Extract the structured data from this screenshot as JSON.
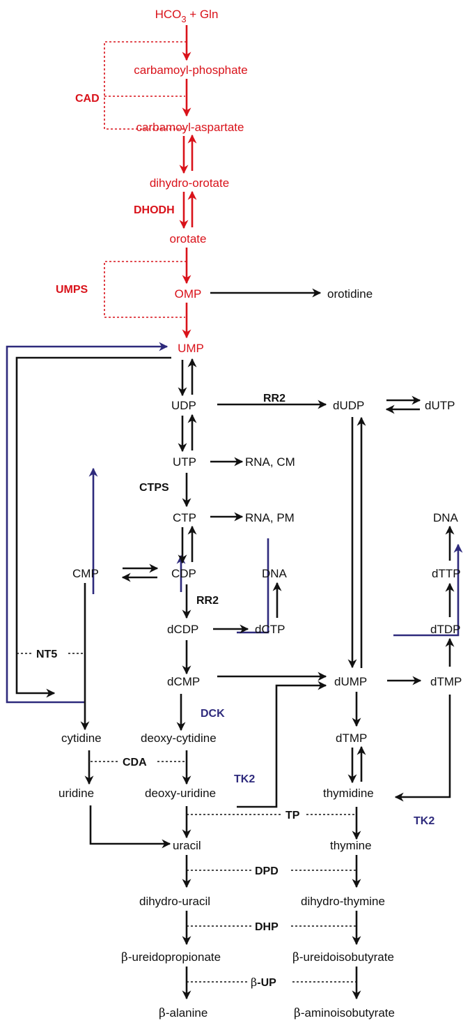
{
  "colors": {
    "red": "#d9121a",
    "black": "#111111",
    "blue": "#2e2a7c"
  },
  "nodes": {
    "hco3_a": "HCO",
    "hco3_sub": "3",
    "hco3_b": " + Gln",
    "carbamoyl_phosphate": "carbamoyl-phosphate",
    "carbamoyl_aspartate": "carbamoyl-aspartate",
    "dihydro_orotate": "dihydro-orotate",
    "orotate": "orotate",
    "omp": "OMP",
    "orotidine": "orotidine",
    "ump": "UMP",
    "udp": "UDP",
    "dudp": "dUDP",
    "dutp": "dUTP",
    "utp": "UTP",
    "rna_cm": "RNA, CM",
    "ctp": "CTP",
    "rna_pm": "RNA, PM",
    "dna_right": "DNA",
    "cmp": "CMP",
    "cdp": "CDP",
    "dna_mid": "DNA",
    "dttp": "dTTP",
    "dcdp": "dCDP",
    "dctp": "dCTP",
    "dtdp": "dTDP",
    "dcmp": "dCMP",
    "dump": "dUMP",
    "dtmp_right": "dTMP",
    "cytidine": "cytidine",
    "deoxy_cytidine": "deoxy-cytidine",
    "dtmp_mid": "dTMP",
    "uridine": "uridine",
    "deoxy_uridine": "deoxy-uridine",
    "thymidine": "thymidine",
    "uracil": "uracil",
    "thymine": "thymine",
    "dihydro_uracil": "dihydro-uracil",
    "dihydro_thymine": "dihydro-thymine",
    "beta": "β",
    "ureidopropionate": "-ureidopropionate",
    "ureidoisobutyrate": "-ureidoisobutyrate",
    "alanine": "-alanine",
    "aminoisobutyrate": "-aminoisobutyrate"
  },
  "enzymes": {
    "cad": "CAD",
    "dhodh": "DHODH",
    "umps": "UMPS",
    "rr2_top": "RR2",
    "ctps": "CTPS",
    "rr2_mid": "RR2",
    "nt5": "NT5",
    "dck": "DCK",
    "cda": "CDA",
    "tk2_left": "TK2",
    "tk2_right": "TK2",
    "tp": "TP",
    "dpd": "DPD",
    "dhp": "DHP",
    "beta": "β",
    "up": "-UP"
  }
}
